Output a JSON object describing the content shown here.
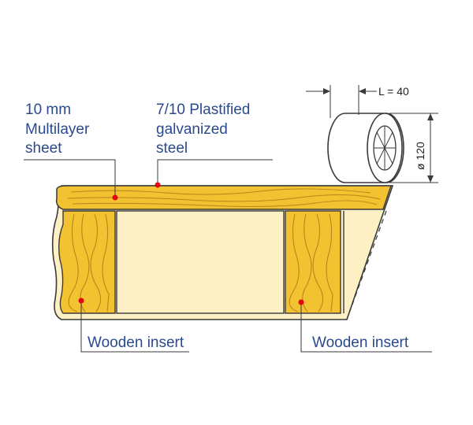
{
  "labels": {
    "multilayer_line1": "10 mm",
    "multilayer_line2": "Multilayer",
    "multilayer_line3": "sheet",
    "steel_line1": "7/10 Plastified",
    "steel_line2": "galvanized",
    "steel_line3": "steel",
    "insert_left": "Wooden insert",
    "insert_right": "Wooden insert"
  },
  "dimensions": {
    "length": "L = 40",
    "diameter": "ø 120"
  },
  "colors": {
    "label_text": "#2a4a8c",
    "wood_fill": "#f2c230",
    "panel_fill": "#fdf0c4",
    "outline": "#3a3a3a",
    "marker": "#e30613"
  }
}
